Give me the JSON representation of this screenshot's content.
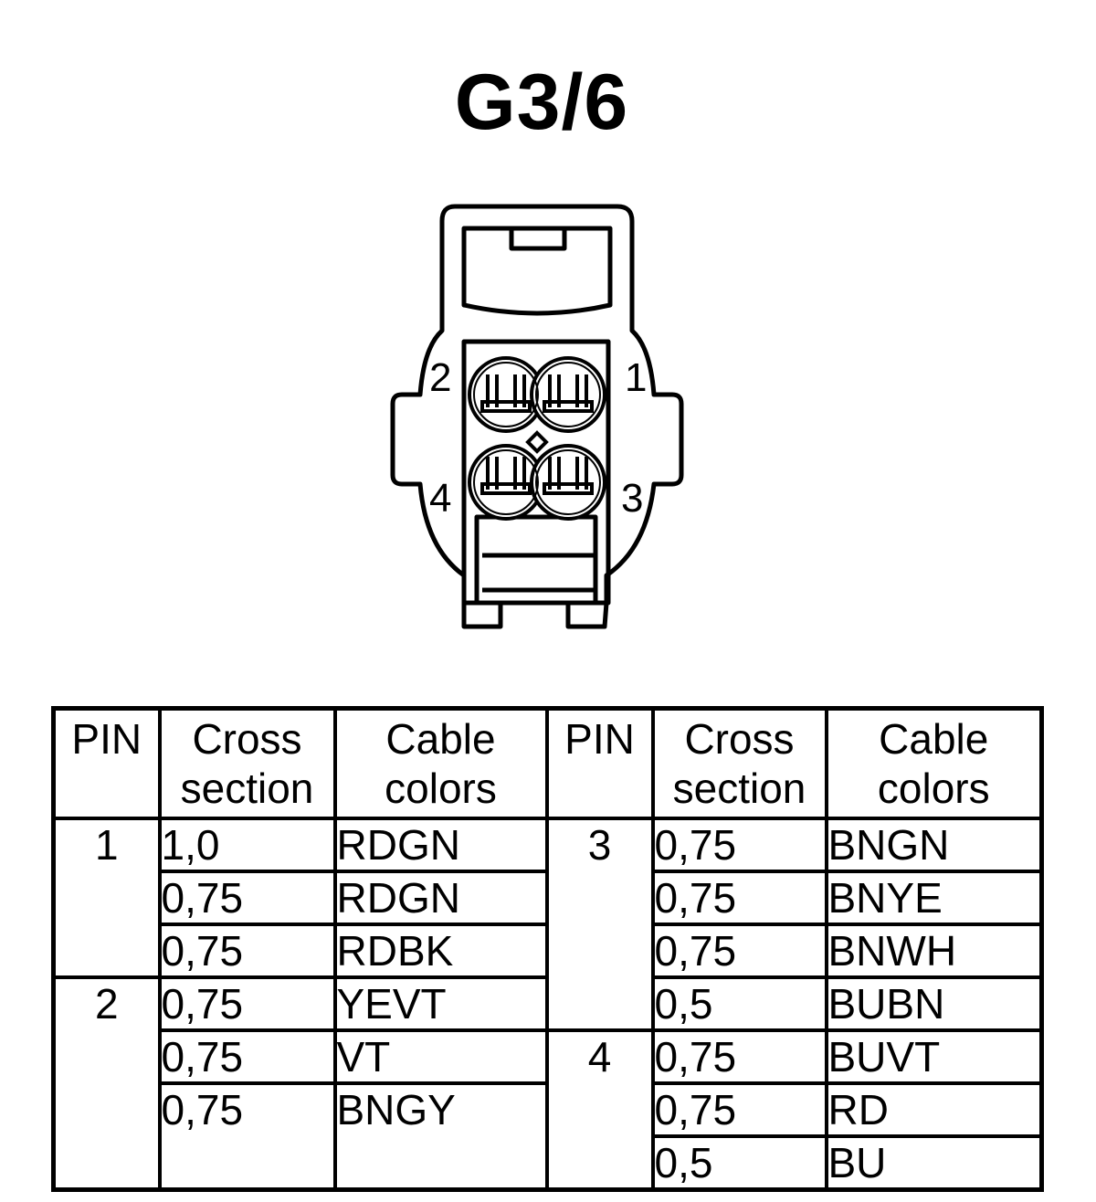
{
  "title": "G3/6",
  "connector": {
    "pin_labels": [
      "2",
      "1",
      "4",
      "3"
    ]
  },
  "table": {
    "headers": {
      "pin": "PIN",
      "cross_a": "Cross",
      "cross_b": "section",
      "cable_a": "Cable",
      "cable_b": "colors"
    },
    "left": [
      {
        "pin": "1",
        "rows": [
          {
            "section": "1,0",
            "color": "RDGN"
          },
          {
            "section": "0,75",
            "color": "RDGN"
          },
          {
            "section": "0,75",
            "color": "RDBK"
          }
        ]
      },
      {
        "pin": "2",
        "rows": [
          {
            "section": "0,75",
            "color": "YEVT"
          },
          {
            "section": "0,75",
            "color": "VT"
          },
          {
            "section": "0,75",
            "color": "BNGY"
          }
        ]
      }
    ],
    "right": [
      {
        "pin": "3",
        "rows": [
          {
            "section": "0,75",
            "color": "BNGN"
          },
          {
            "section": "0,75",
            "color": "BNYE"
          },
          {
            "section": "0,75",
            "color": "BNWH"
          },
          {
            "section": "0,5",
            "color": "BUBN"
          }
        ]
      },
      {
        "pin": "4",
        "rows": [
          {
            "section": "0,75",
            "color": "BUVT"
          },
          {
            "section": "0,75",
            "color": "RD"
          },
          {
            "section": "0,5",
            "color": "BU"
          }
        ]
      }
    ]
  }
}
